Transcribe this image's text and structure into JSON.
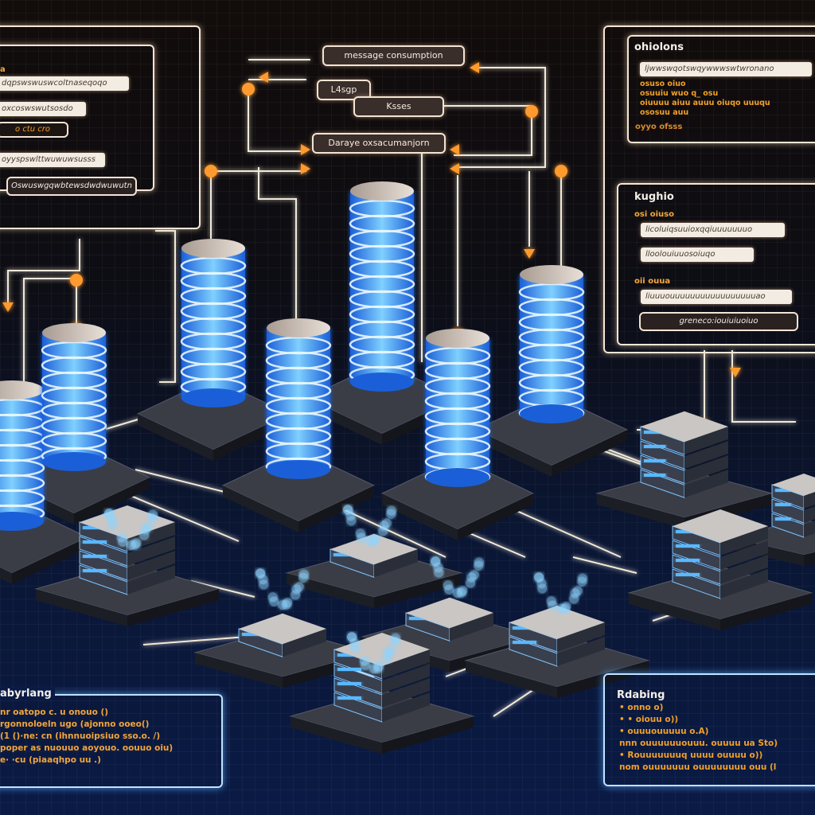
{
  "flow": {
    "message_consumption": "message consumption",
    "node_a": "L4sgp",
    "node_b": "Ksses",
    "node_c": "Daraye oxsacumanjorn"
  },
  "left_panel": {
    "marker": "a",
    "inputs": [
      "dqpswswuswcoltnaseqoqo",
      "oxcoswswutsosdo",
      "o ctu cro",
      "oyyspswlttwuwuwsusss"
    ],
    "button": "Oswuswgqwbtewsdwdwuwutn"
  },
  "right_panel_top": {
    "title": "ohiolons",
    "input": "ljwwswqotswqywwwswtwronano",
    "code": [
      "osuso oiuo",
      "osuuiu wuo q_ osu",
      "oiuuuu aiuu auuu oiuqo uuuqu",
      "ososuu auu"
    ],
    "footer": "oyyo ofsss"
  },
  "right_panel_bottom": {
    "title": "kughio",
    "section1": "osi oiuso",
    "inputs1": [
      "licoluiqsuuioxqqiuuuuuuuo",
      "lloolouiuuosoiuqo"
    ],
    "section2": "oii ouua",
    "input2": "liuuuouuuuuuuuuuuuuuuuuao",
    "button": "greneco:iouiuiuoiuo"
  },
  "bottom_left_panel": {
    "title": "abyrlang",
    "code": [
      "nr oatopo c. u onouo ()",
      "rgonnoloeln ugo (ajonno ooeo()",
      "(1 ()·ne: cn (ihnnuoipsiuo sso.o. /)",
      "poper as nuouuo aoyouo. oouuo oiu)",
      "e· ·cu (piaaqhpo uu .)"
    ]
  },
  "bottom_right_panel": {
    "title": "Rdabing",
    "code": [
      "• onno o)",
      "• • oiouu o))",
      "• ouuuouuuuu o.A)",
      "nnn ouuuuuuouuu. ouuuu ua Sto)",
      "• Rouuuuuuuq uuuu ouuuu o))",
      "nom ouuuuuuu ouuuuuuuu ouu (l"
    ]
  },
  "colors": {
    "accent": "#ff9a2e",
    "glow_blue": "#3aa0ff",
    "panel_border": "#f1e4d4"
  }
}
